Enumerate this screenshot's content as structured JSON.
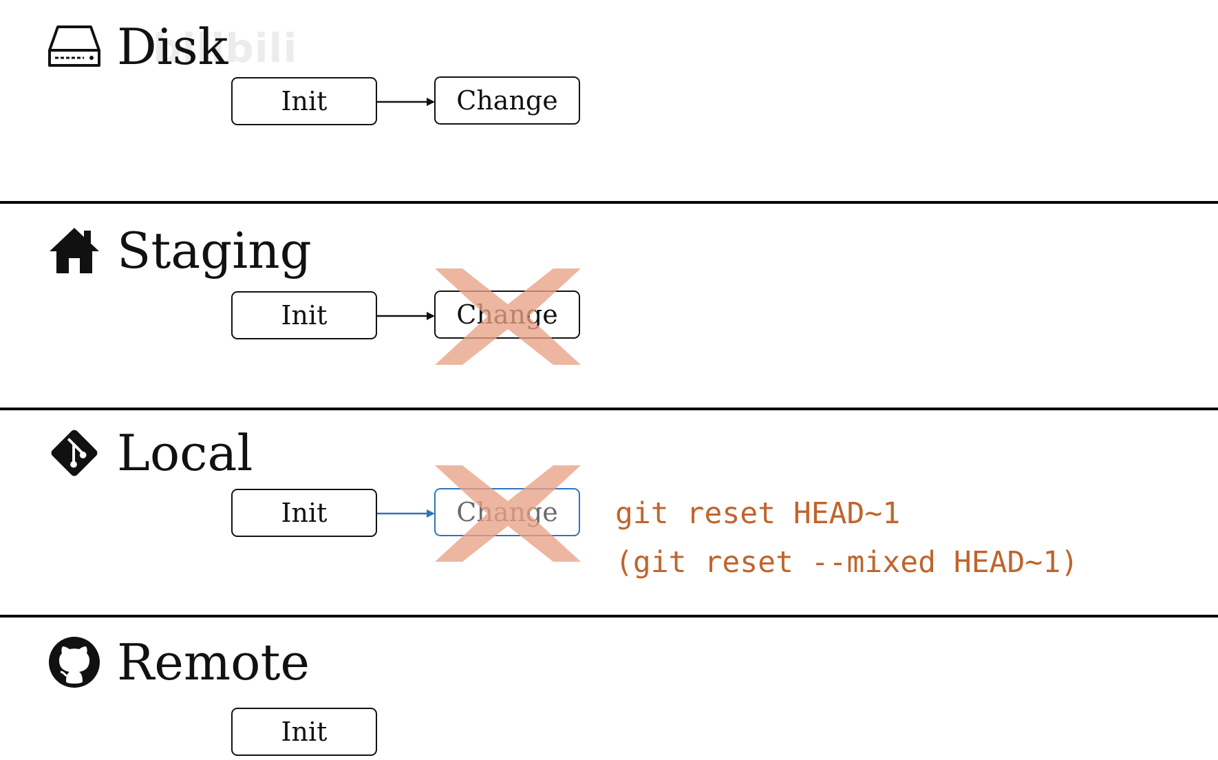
{
  "watermark": "bilibili",
  "colors": {
    "strike": "#e8a287",
    "command": "#c0652c",
    "blue_link": "#2f74b8"
  },
  "sections": [
    {
      "id": "disk",
      "title": "Disk",
      "icon": "hard-drive-icon",
      "commits": [
        "Init",
        "Change"
      ]
    },
    {
      "id": "staging",
      "title": "Staging",
      "icon": "house-icon",
      "commits": [
        "Init",
        "Change"
      ],
      "struck": "Change"
    },
    {
      "id": "local",
      "title": "Local",
      "icon": "git-diamond-icon",
      "commits": [
        "Init",
        "Change"
      ],
      "struck": "Change",
      "commands": [
        "git reset HEAD~1",
        "(git reset --mixed HEAD~1)"
      ]
    },
    {
      "id": "remote",
      "title": "Remote",
      "icon": "github-icon",
      "commits": [
        "Init"
      ]
    }
  ]
}
